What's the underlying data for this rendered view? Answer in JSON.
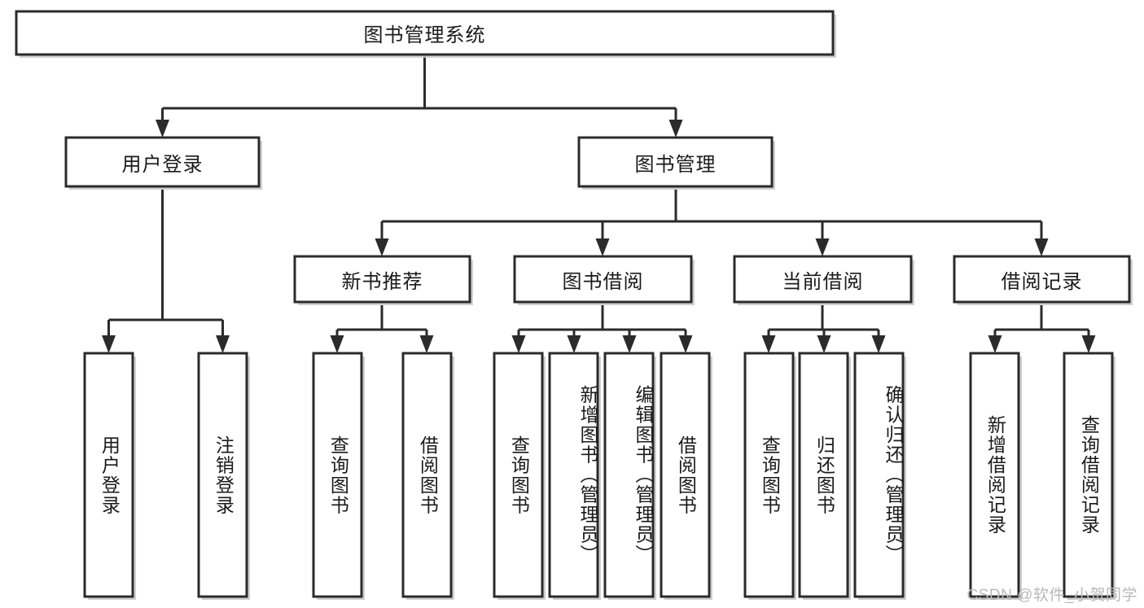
{
  "diagram": {
    "title": "图书管理系统",
    "type": "tree-hierarchy-diagram",
    "colors": {
      "box_stroke": "#2b2b2b",
      "box_fill": "#ffffff",
      "edge": "#2b2b2b",
      "text": "#1a1a1a",
      "watermark": "#b9b9b9"
    },
    "root": {
      "label": "图书管理系统"
    },
    "level2": [
      {
        "label": "用户登录"
      },
      {
        "label": "图书管理"
      }
    ],
    "level3": [
      {
        "label": "新书推荐"
      },
      {
        "label": "图书借阅"
      },
      {
        "label": "当前借阅"
      },
      {
        "label": "借阅记录"
      }
    ],
    "leaves": {
      "user_login": [
        {
          "label": "用户登录"
        },
        {
          "label": "注销登录"
        }
      ],
      "new_book_recommend": [
        {
          "label": "查询图书"
        },
        {
          "label": "借阅图书"
        }
      ],
      "book_borrow": [
        {
          "label": "查询图书"
        },
        {
          "label": "新增图书（管理员）"
        },
        {
          "label": "编辑图书（管理员）"
        },
        {
          "label": "借阅图书"
        }
      ],
      "current_borrow": [
        {
          "label": "查询图书"
        },
        {
          "label": "归还图书"
        },
        {
          "label": "确认归还（管理员）"
        }
      ],
      "borrow_records": [
        {
          "label": "新增借阅记录"
        },
        {
          "label": "查询借阅记录"
        }
      ]
    }
  },
  "watermark": {
    "text": "CSDN @软件_小贺同学"
  }
}
